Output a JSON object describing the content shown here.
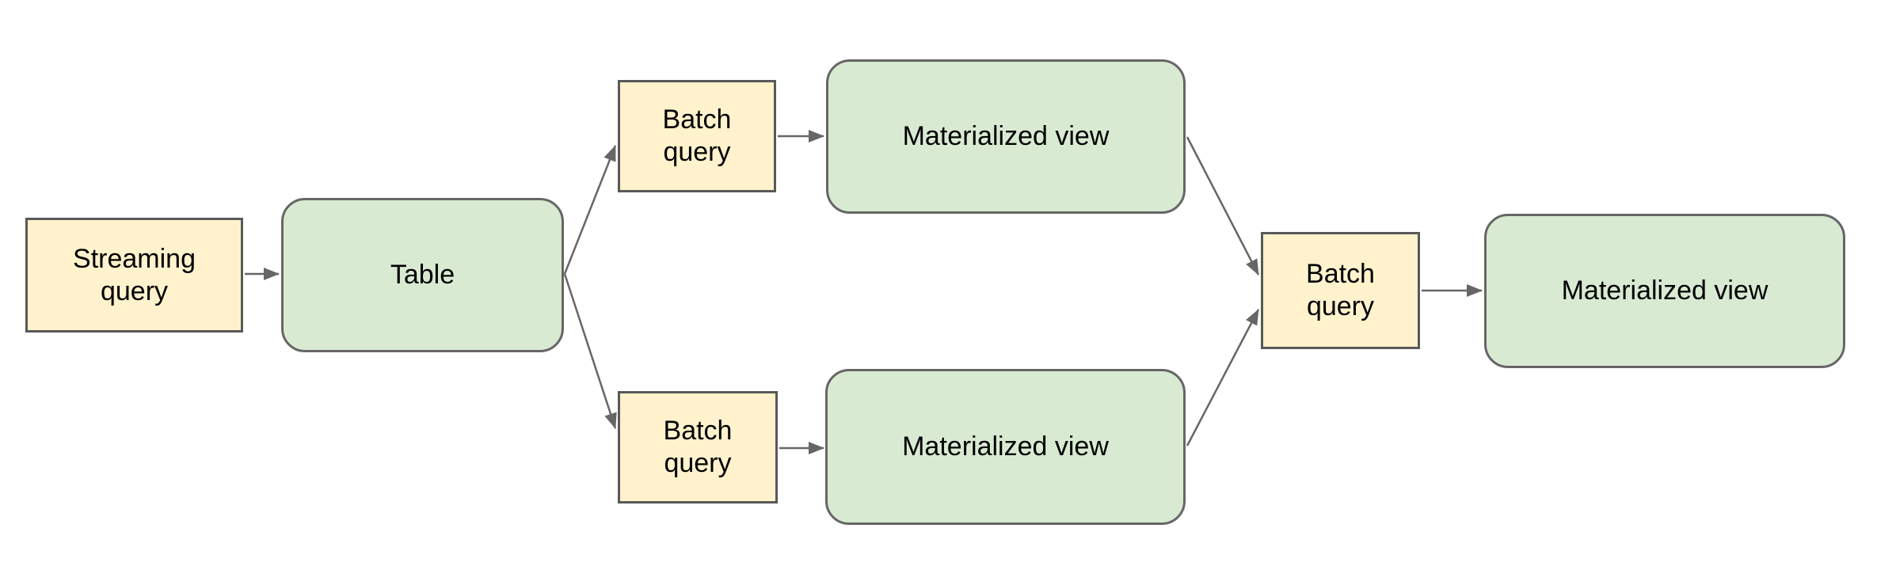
{
  "diagram": {
    "background": "#ffffff",
    "styles": {
      "query_box_fill": "#fff2cc",
      "query_box_border": "#595959",
      "data_box_fill": "#d9ead3",
      "data_box_border": "#666666",
      "connector_color": "#666666",
      "text_color": "#000000"
    },
    "nodes": {
      "streaming_query": {
        "label": "Streaming\nquery"
      },
      "table": {
        "label": "Table"
      },
      "batch_query_top": {
        "label": "Batch\nquery"
      },
      "materialized_view_top": {
        "label": "Materialized view"
      },
      "batch_query_bottom": {
        "label": "Batch\nquery"
      },
      "materialized_view_bottom": {
        "label": "Materialized view"
      },
      "batch_query_right": {
        "label": "Batch\nquery"
      },
      "materialized_view_right": {
        "label": "Materialized view"
      }
    },
    "edges": [
      {
        "from": "streaming_query",
        "to": "table"
      },
      {
        "from": "table",
        "to": "batch_query_top"
      },
      {
        "from": "table",
        "to": "batch_query_bottom"
      },
      {
        "from": "batch_query_top",
        "to": "materialized_view_top"
      },
      {
        "from": "batch_query_bottom",
        "to": "materialized_view_bottom"
      },
      {
        "from": "materialized_view_top",
        "to": "batch_query_right"
      },
      {
        "from": "materialized_view_bottom",
        "to": "batch_query_right"
      },
      {
        "from": "batch_query_right",
        "to": "materialized_view_right"
      }
    ]
  }
}
